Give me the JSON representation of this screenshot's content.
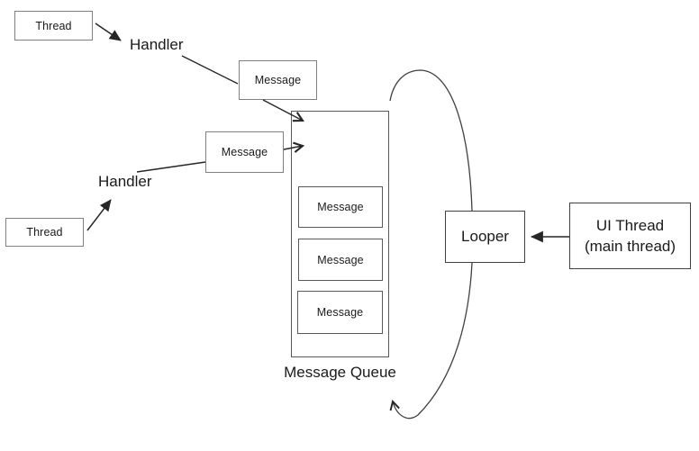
{
  "diagram": {
    "thread1": {
      "label": "Thread"
    },
    "thread2": {
      "label": "Thread"
    },
    "handler1": {
      "label": "Handler"
    },
    "handler2": {
      "label": "Handler"
    },
    "message_top": {
      "label": "Message"
    },
    "message_mid": {
      "label": "Message"
    },
    "queue": {
      "label": "Message Queue",
      "items": [
        "Message",
        "Message",
        "Message"
      ]
    },
    "looper": {
      "label": "Looper"
    },
    "ui_thread": {
      "line1": "UI Thread",
      "line2": "(main thread)"
    },
    "colors": {
      "background": "#ffffff",
      "border_gray": "#808080",
      "border_dark": "#595959",
      "border_darker": "#404040",
      "line": "#262626",
      "text": "#1a1a1a"
    },
    "edges": [
      {
        "from": "thread-1",
        "to": "handler-1",
        "style": "solid-filled-arrow"
      },
      {
        "from": "handler-1",
        "to": "message-top",
        "style": "plain-line"
      },
      {
        "from": "message-top",
        "to": "message-queue",
        "style": "open-arrow"
      },
      {
        "from": "thread-2",
        "to": "handler-2",
        "style": "solid-filled-arrow"
      },
      {
        "from": "handler-2",
        "to": "message-mid",
        "style": "plain-line"
      },
      {
        "from": "message-mid",
        "to": "message-queue",
        "style": "open-arrow"
      },
      {
        "from": "ui-thread",
        "to": "looper",
        "style": "solid-filled-arrow"
      },
      {
        "from": "message-queue",
        "to": "looper",
        "style": "loop-arc-down"
      },
      {
        "from": "looper",
        "to": "message-queue",
        "style": "loop-arc-open-arrow"
      }
    ]
  }
}
